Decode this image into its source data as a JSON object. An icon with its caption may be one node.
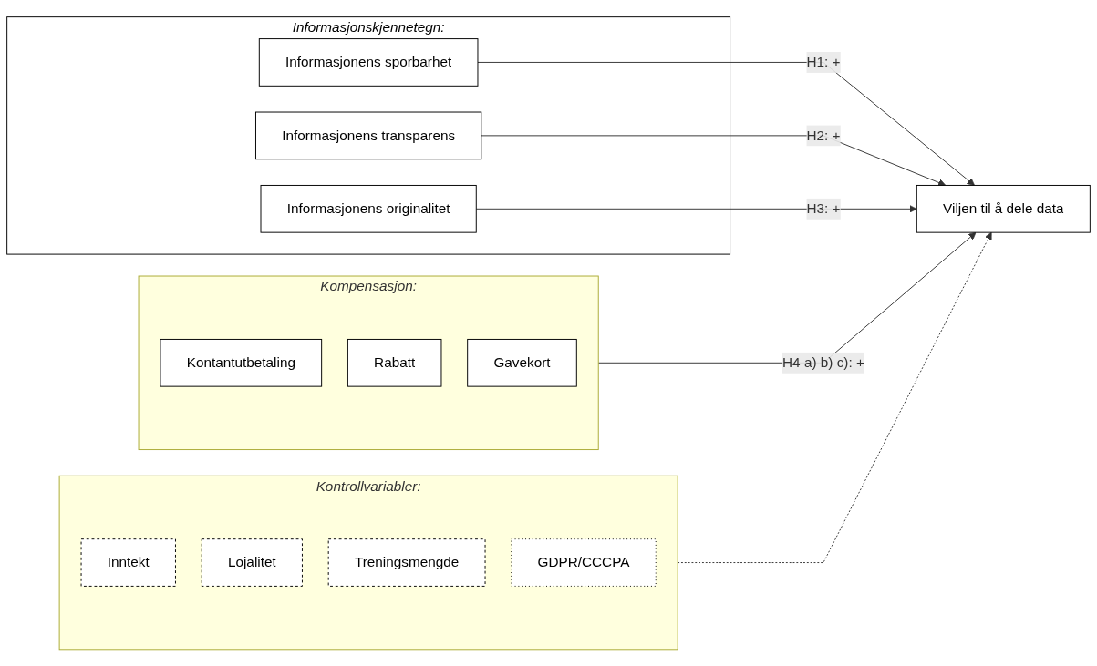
{
  "diagram": {
    "nodes": [
      {
        "text": [
          "Informasjonskjennetegn:"
        ]
      },
      {
        "text": [
          "Informasjonens sporbarhet"
        ],
        "in": 0
      },
      {
        "text": [
          "Informasjonens transparens"
        ],
        "in": 0
      },
      {
        "text": [
          "Informasjonens originalitet"
        ],
        "in": 0
      },
      {
        "text": [
          "Viljen til å dele data"
        ]
      },
      {
        "text": [
          "Kompensasjon:"
        ]
      },
      {
        "text": [
          "Kontantutbetaling"
        ],
        "in": 5
      },
      {
        "text": [
          "Rabatt"
        ],
        "in": 5
      },
      {
        "text": [
          "Gavekort"
        ],
        "in": 5
      },
      {
        "text": [
          "Kontrollvariabler:"
        ]
      },
      {
        "text": [
          "Inntekt"
        ],
        "in": 9
      },
      {
        "text": [
          "Lojalitet"
        ],
        "in": 9
      },
      {
        "text": [
          "Treningsmengde"
        ],
        "in": 9
      },
      {
        "text": [
          "GDPR/CCCPA"
        ],
        "in": 9
      }
    ],
    "edges": [
      {
        "from": 1,
        "to": 4,
        "arrow": "to",
        "label": "H1: +"
      },
      {
        "from": 2,
        "to": 4,
        "arrow": "to",
        "label": "H2: +"
      },
      {
        "from": 3,
        "to": 4,
        "arrow": "to",
        "label": "H3: +"
      },
      {
        "from": 5,
        "to": 4,
        "arrow": "to",
        "label": "H4 a) b) c): +"
      },
      {
        "from": 9,
        "to": 4,
        "arrow": "to",
        "style": "dashed"
      }
    ]
  }
}
